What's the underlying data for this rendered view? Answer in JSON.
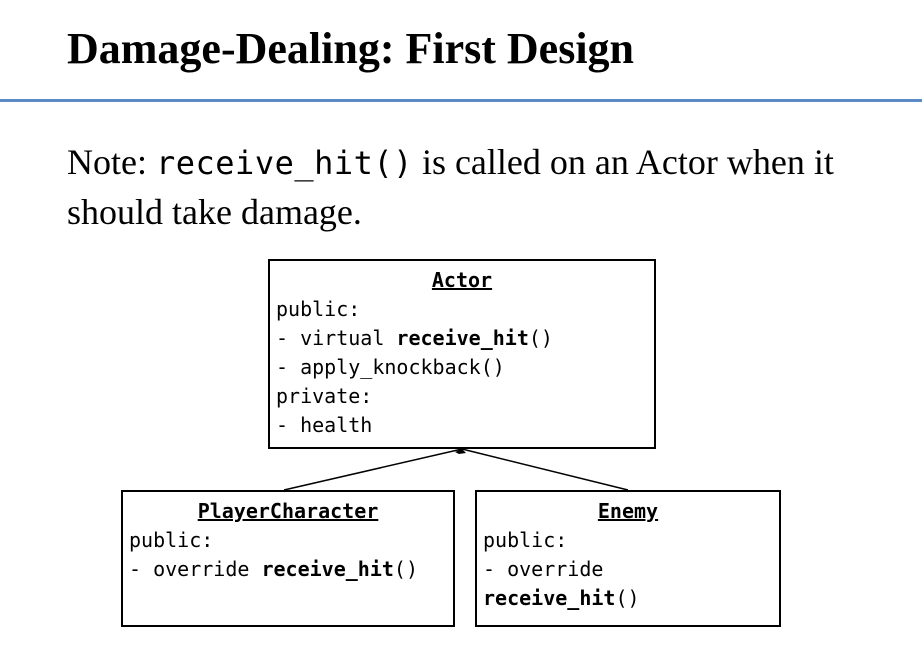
{
  "slide": {
    "title": "Damage-Dealing: First Design",
    "rule_color": "#5B8AC6"
  },
  "note": {
    "prefix": "Note: ",
    "code": "receive_hit()",
    "suffix": " is called on an Actor when it should take damage."
  },
  "diagram": {
    "actor": {
      "name": "Actor",
      "public_label": "public:",
      "method1_prefix": "- virtual ",
      "method1_name": "receive_hit",
      "method1_parens": "()",
      "method2": "- apply_knockback()",
      "private_label": "private:",
      "field1": "- health"
    },
    "player_character": {
      "name": "PlayerCharacter",
      "public_label": "public:",
      "method_prefix": "- override ",
      "method_name": "receive_hit",
      "method_parens": "()"
    },
    "enemy": {
      "name": "Enemy",
      "public_label": "public:",
      "method_prefix": "- override",
      "method_name": "receive_hit",
      "method_parens": "()"
    },
    "edges": [
      {
        "from": "PlayerCharacter",
        "to": "Actor",
        "relation": "inherits"
      },
      {
        "from": "Enemy",
        "to": "Actor",
        "relation": "inherits"
      }
    ]
  }
}
